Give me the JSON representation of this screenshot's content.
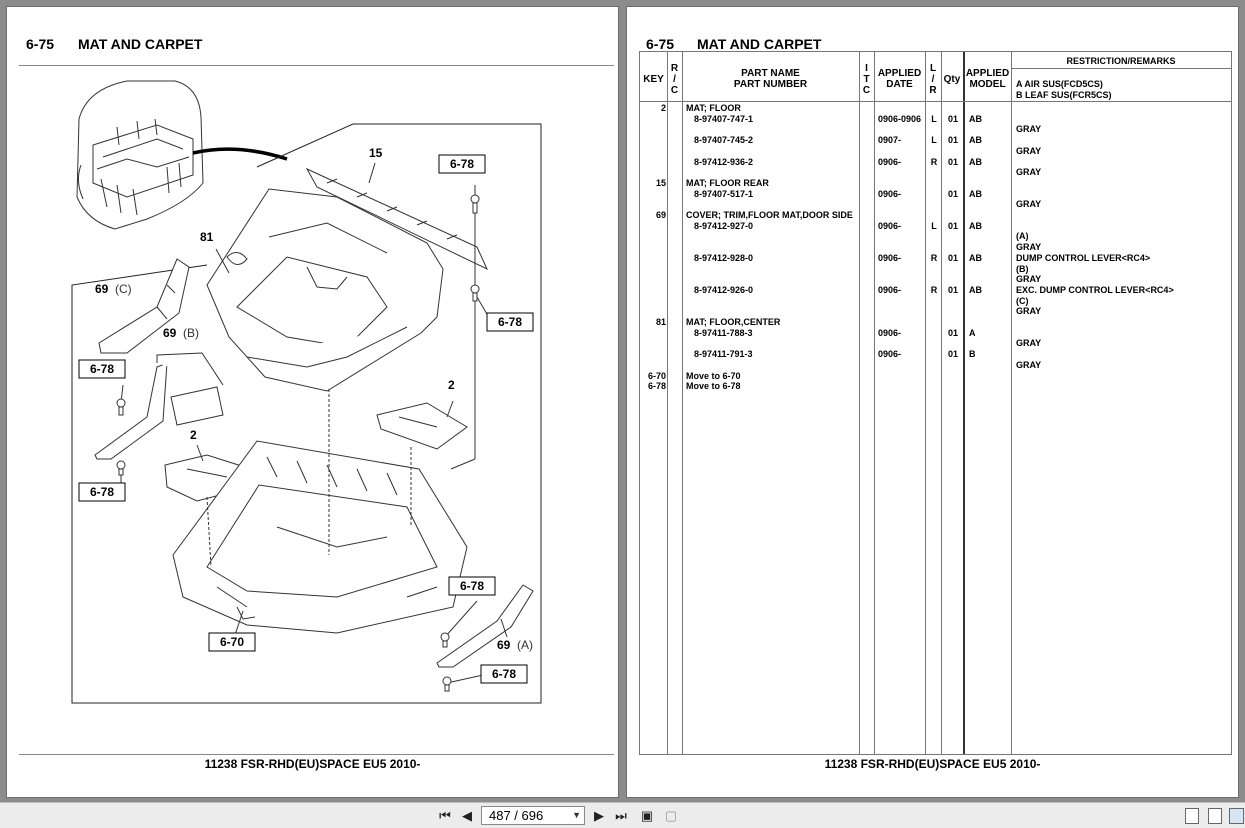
{
  "section": "6-75",
  "title": "MAT AND CARPET",
  "footer": "11238 FSR-RHD(EU)SPACE EU5 2010-",
  "diagram": {
    "callouts": [
      "6-78",
      "6-78",
      "6-78",
      "6-78",
      "6-78",
      "6-70"
    ],
    "labels": {
      "l15": "15",
      "l81": "81",
      "l69c": "69",
      "l69c_s": "(C)",
      "l69b": "69",
      "l69b_s": "(B)",
      "l2a": "2",
      "l2b": "2",
      "l69a": "69",
      "l69a_s": "(A)"
    }
  },
  "table": {
    "headers": {
      "key": "KEY",
      "rc": [
        "R",
        "/",
        "C"
      ],
      "part_name": "PART NAME",
      "part_number": "PART NUMBER",
      "itc": [
        "I",
        "T",
        "C"
      ],
      "applied_date": [
        "APPLIED",
        "DATE"
      ],
      "lr": [
        "L",
        "/",
        "R"
      ],
      "qty": "Qty",
      "applied_model": [
        "APPLIED",
        "MODEL"
      ],
      "remarks": "RESTRICTION/REMARKS",
      "remark_a": "A AIR SUS(FCD5CS)",
      "remark_b": "B LEAF SUS(FCR5CS)"
    },
    "rows": [
      {
        "key": "2",
        "name": "MAT; FLOOR",
        "date": "",
        "lr": "",
        "qty": "",
        "model": "",
        "rem": ""
      },
      {
        "key": "",
        "name": "  8-97407-747-1",
        "date": "0906-0906",
        "lr": "L",
        "qty": "01",
        "model": "AB",
        "rem": ""
      },
      {
        "key": "",
        "name": "",
        "date": "",
        "lr": "",
        "qty": "",
        "model": "",
        "rem": "GRAY"
      },
      {
        "key": "",
        "name": "  8-97407-745-2",
        "date": "0907-",
        "lr": "L",
        "qty": "01",
        "model": "AB",
        "rem": ""
      },
      {
        "key": "",
        "name": "",
        "date": "",
        "lr": "",
        "qty": "",
        "model": "",
        "rem": "GRAY"
      },
      {
        "key": "",
        "name": "  8-97412-936-2",
        "date": "0906-",
        "lr": "R",
        "qty": "01",
        "model": "AB",
        "rem": ""
      },
      {
        "key": "",
        "name": "",
        "date": "",
        "lr": "",
        "qty": "",
        "model": "",
        "rem": "GRAY"
      },
      {
        "key": "15",
        "name": "MAT; FLOOR REAR",
        "date": "",
        "lr": "",
        "qty": "",
        "model": "",
        "rem": ""
      },
      {
        "key": "",
        "name": "  8-97407-517-1",
        "date": "0906-",
        "lr": "",
        "qty": "01",
        "model": "AB",
        "rem": ""
      },
      {
        "key": "",
        "name": "",
        "date": "",
        "lr": "",
        "qty": "",
        "model": "",
        "rem": "GRAY"
      },
      {
        "key": "69",
        "name": "COVER; TRIM,FLOOR MAT,DOOR SIDE",
        "date": "",
        "lr": "",
        "qty": "",
        "model": "",
        "rem": ""
      },
      {
        "key": "",
        "name": "  8-97412-927-0",
        "date": "0906-",
        "lr": "L",
        "qty": "01",
        "model": "AB",
        "rem": ""
      },
      {
        "key": "",
        "name": "",
        "date": "",
        "lr": "",
        "qty": "",
        "model": "",
        "rem": "(A)"
      },
      {
        "key": "",
        "name": "",
        "date": "",
        "lr": "",
        "qty": "",
        "model": "",
        "rem": "GRAY"
      },
      {
        "key": "",
        "name": "  8-97412-928-0",
        "date": "0906-",
        "lr": "R",
        "qty": "01",
        "model": "AB",
        "rem": "DUMP CONTROL LEVER<RC4>"
      },
      {
        "key": "",
        "name": "",
        "date": "",
        "lr": "",
        "qty": "",
        "model": "",
        "rem": "(B)"
      },
      {
        "key": "",
        "name": "",
        "date": "",
        "lr": "",
        "qty": "",
        "model": "",
        "rem": "GRAY"
      },
      {
        "key": "",
        "name": "  8-97412-926-0",
        "date": "0906-",
        "lr": "R",
        "qty": "01",
        "model": "AB",
        "rem": "EXC. DUMP CONTROL LEVER<RC4>"
      },
      {
        "key": "",
        "name": "",
        "date": "",
        "lr": "",
        "qty": "",
        "model": "",
        "rem": "(C)"
      },
      {
        "key": "",
        "name": "",
        "date": "",
        "lr": "",
        "qty": "",
        "model": "",
        "rem": "GRAY"
      },
      {
        "key": "81",
        "name": "MAT; FLOOR,CENTER",
        "date": "",
        "lr": "",
        "qty": "",
        "model": "",
        "rem": ""
      },
      {
        "key": "",
        "name": "  8-97411-788-3",
        "date": "0906-",
        "lr": "",
        "qty": "01",
        "model": "A",
        "rem": ""
      },
      {
        "key": "",
        "name": "",
        "date": "",
        "lr": "",
        "qty": "",
        "model": "",
        "rem": "GRAY"
      },
      {
        "key": "",
        "name": "  8-97411-791-3",
        "date": "0906-",
        "lr": "",
        "qty": "01",
        "model": "B",
        "rem": ""
      },
      {
        "key": "",
        "name": "",
        "date": "",
        "lr": "",
        "qty": "",
        "model": "",
        "rem": "GRAY"
      },
      {
        "key": "6-70",
        "name": "Move to 6-70",
        "date": "",
        "lr": "",
        "qty": "",
        "model": "",
        "rem": ""
      },
      {
        "key": "6-78",
        "name": "Move to 6-78",
        "date": "",
        "lr": "",
        "qty": "",
        "model": "",
        "rem": ""
      }
    ]
  },
  "toolbar": {
    "page_indicator": "487 / 696",
    "icons": [
      "first-page-icon",
      "prev-page-icon",
      "next-page-icon",
      "last-page-icon",
      "fit-page-icon",
      "fit-width-icon",
      "single-page-icon",
      "continuous-icon",
      "two-page-icon"
    ]
  }
}
